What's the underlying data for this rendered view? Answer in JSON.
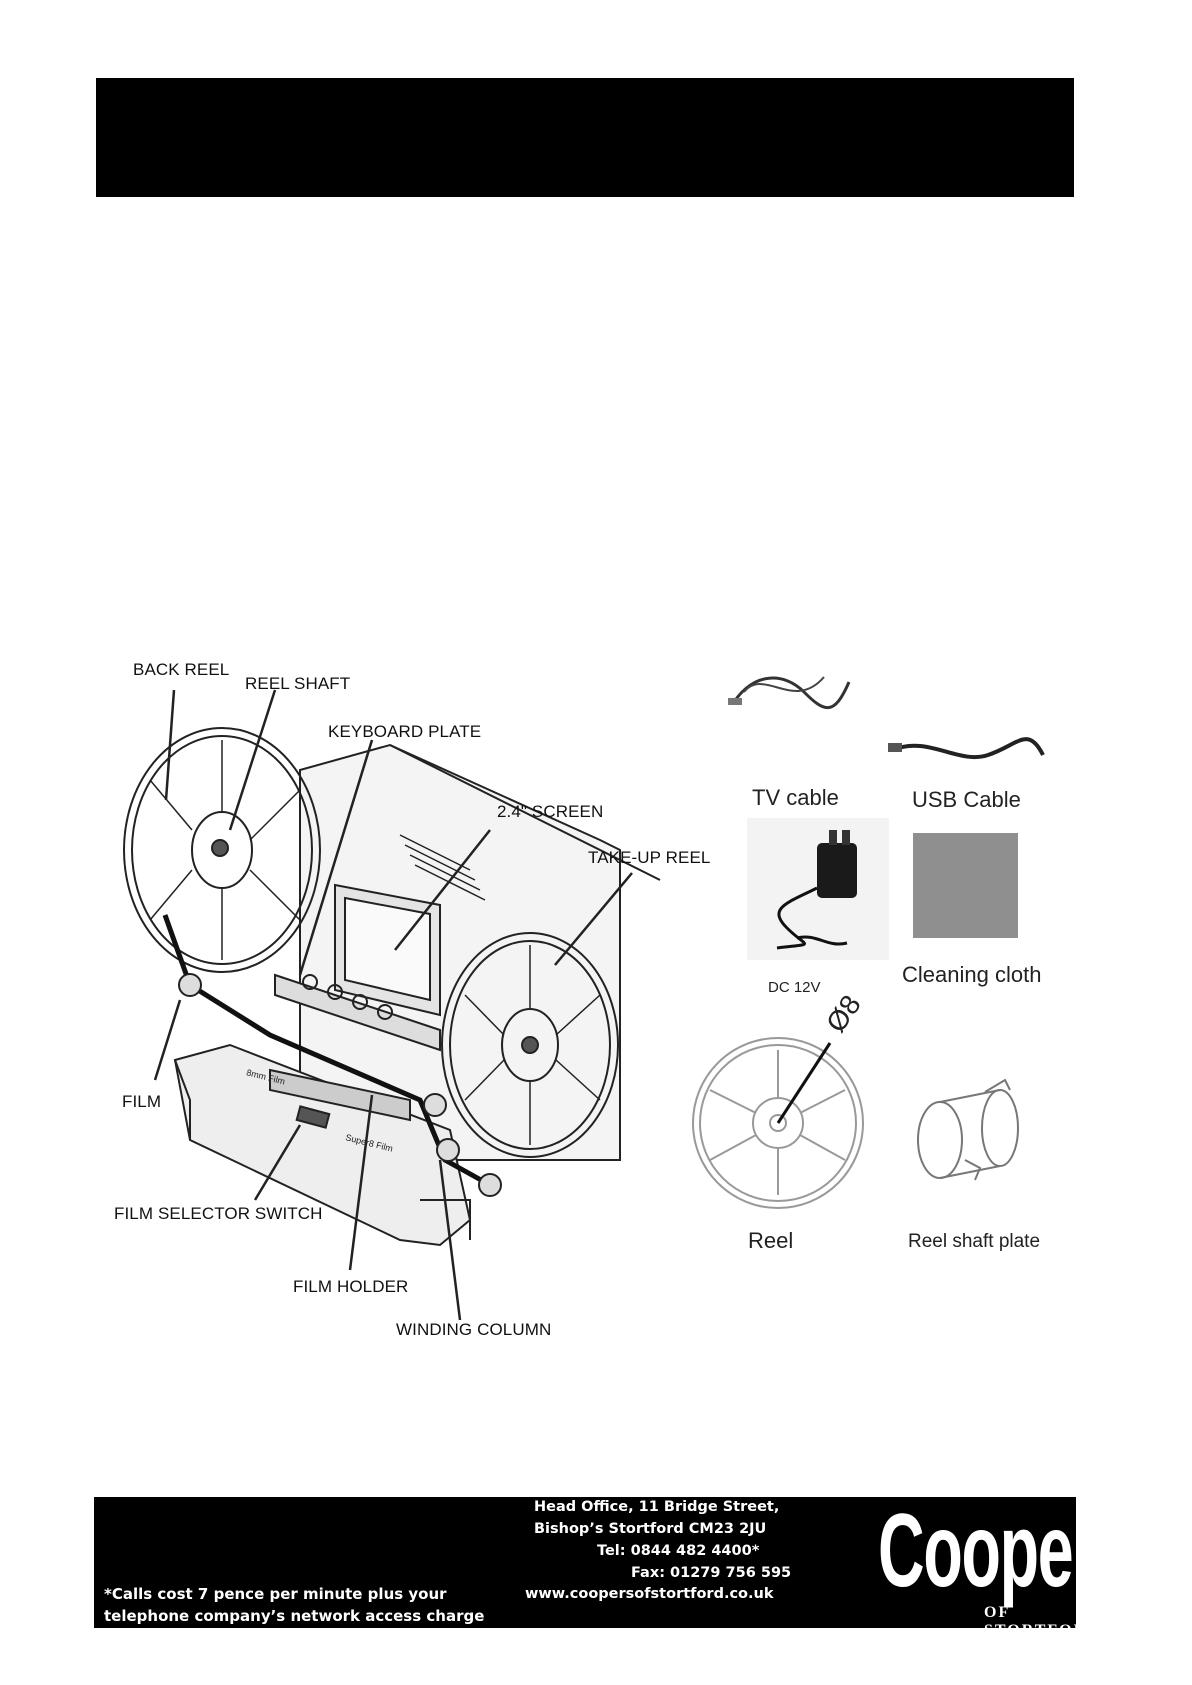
{
  "diagram": {
    "labels": {
      "back_reel": "BACK REEL",
      "reel_shaft": "REEL SHAFT",
      "keyboard_plate": "KEYBOARD PLATE",
      "screen": "2.4\" SCREEN",
      "take_up_reel": "TAKE-UP REEL",
      "film": "FILM",
      "film_selector_switch": "FILM SELECTOR SWITCH",
      "film_holder": "FILM HOLDER",
      "winding_column": "WINDING COLUMN"
    },
    "device_markings": {
      "eight_mm": "8mm Film",
      "super_eight": "Super8 Film"
    }
  },
  "accessories": {
    "tv_cable": "TV cable",
    "usb_cable": "USB Cable",
    "dc": "DC 12V",
    "cleaning_cloth": "Cleaning cloth",
    "reel": "Reel",
    "reel_shaft_plate": "Reel shaft plate",
    "reel_diameter": "Ø8"
  },
  "footer": {
    "address_line1": "Head Office, 11 Bridge Street,",
    "address_line2": "Bishop’s Stortford  CM23 2JU",
    "tel": "Tel: 0844 482 4400*",
    "fax": "Fax: 01279 756 595",
    "web": "www.coopersofstortford.co.uk",
    "note_line1": "*Calls cost 7 pence per minute plus your",
    "note_line2": "telephone company’s  network access charge",
    "brand_name": "Coopers",
    "brand_sub": "OF STORTFORD"
  }
}
